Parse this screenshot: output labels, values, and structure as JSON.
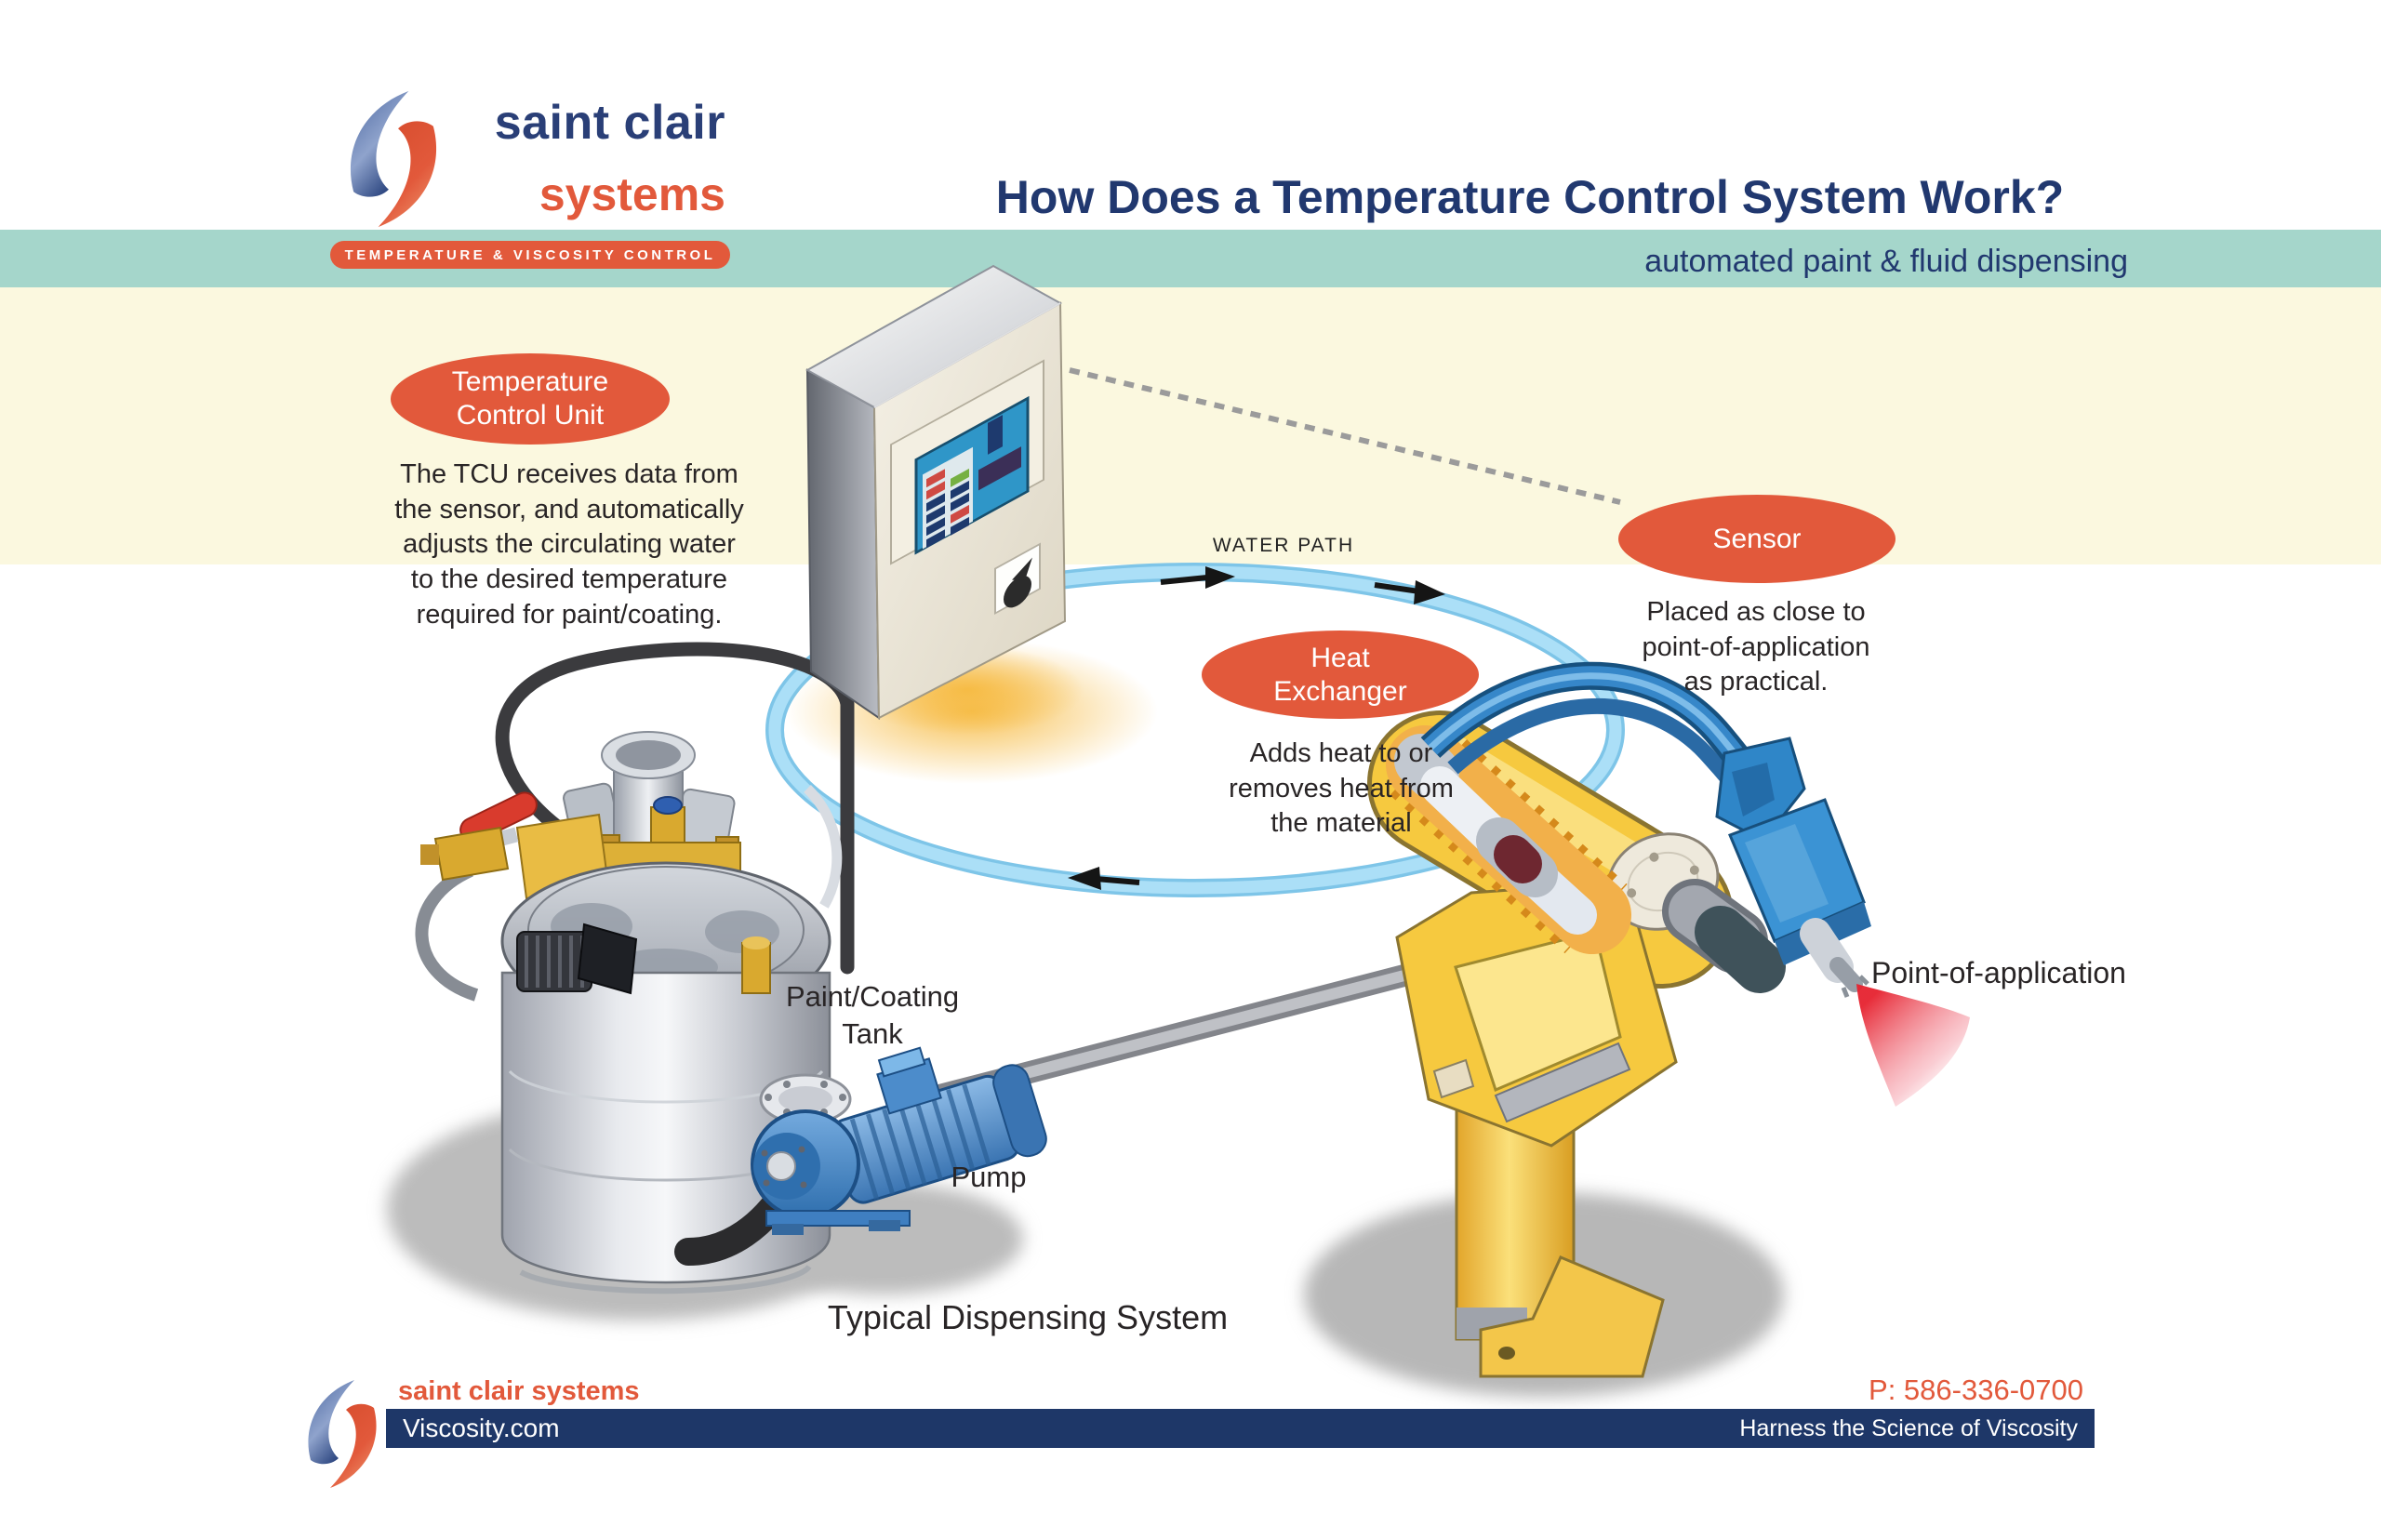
{
  "colors": {
    "accent_orange": "#e2593b",
    "navy": "#21386f",
    "teal_band": "#a5d6cb",
    "cream_band": "#fbf8df",
    "water_blue": "#a9dcf4",
    "footer_bar_navy": "#1e3768",
    "text_dark": "#292526",
    "robot_yellow": "#f6c93f",
    "spray_red": "#e6222f"
  },
  "header": {
    "brand_line1": "saint clair",
    "brand_line2": "systems",
    "brand_tagline": "TEMPERATURE & VISCOSITY CONTROL",
    "title": "How Does a Temperature Control System Work?",
    "banner_subtitle": "automated paint & fluid dispensing"
  },
  "diagram": {
    "tcu": {
      "label": "Temperature\nControl Unit",
      "description": "The TCU receives data from\nthe sensor, and automatically\nadjusts the circulating water\nto the desired temperature\nrequired for paint/coating."
    },
    "sensor": {
      "label": "Sensor",
      "description": "Placed as close to\npoint-of-application\nas practical."
    },
    "heat_exchanger": {
      "label": "Heat\nExchanger",
      "description": "Adds heat to or\nremoves heat from\nthe material"
    },
    "water_path_label": "WATER PATH",
    "tank_label": "Paint/Coating\nTank",
    "pump_label": "Pump",
    "point_of_application_label": "Point-of-application",
    "caption": "Typical Dispensing System"
  },
  "footer": {
    "brand": "saint clair systems",
    "website": "Viscosity.com",
    "phone": "P: 586-336-0700",
    "slogan": "Harness the Science of Viscosity"
  }
}
